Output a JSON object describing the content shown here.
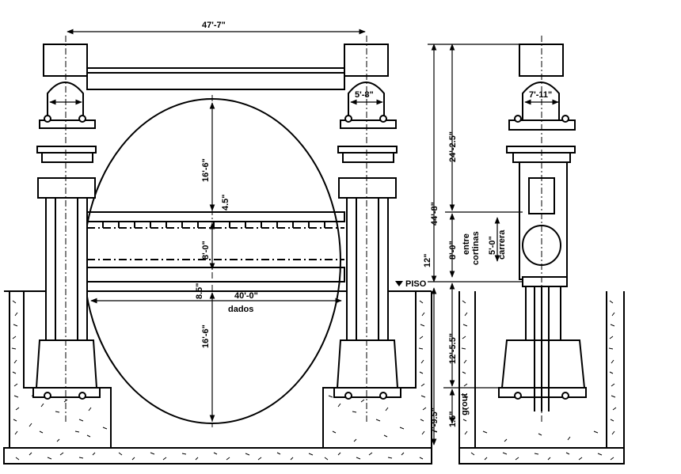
{
  "dimensions": {
    "span_top": "47'-7\"",
    "column_left_width": "5'-8\"",
    "column_right_width": "7'-11\"",
    "upper_height": "16'-6\"",
    "gap_top": "4.5\"",
    "window_height": "8'-0\"",
    "gap_bottom": "8.5\"",
    "dados_width": "40'-0\"",
    "lower_height": "16'-6\"",
    "overall_height": "44'-8\"",
    "above_window": "24'-2.5\"",
    "window_right": "8'-0\"",
    "stroke": "5'-0\"",
    "offset": "12\"",
    "below_floor": "12'-5.5\"",
    "grout_thickness": "1.5\"",
    "foundation_depth": "7'-9.5\""
  },
  "labels": {
    "dados": "dados",
    "piso": "PISO",
    "entre_cortinas_1": "entre",
    "entre_cortinas_2": "cortinas",
    "carrera": "carrera",
    "grout": "grout"
  }
}
